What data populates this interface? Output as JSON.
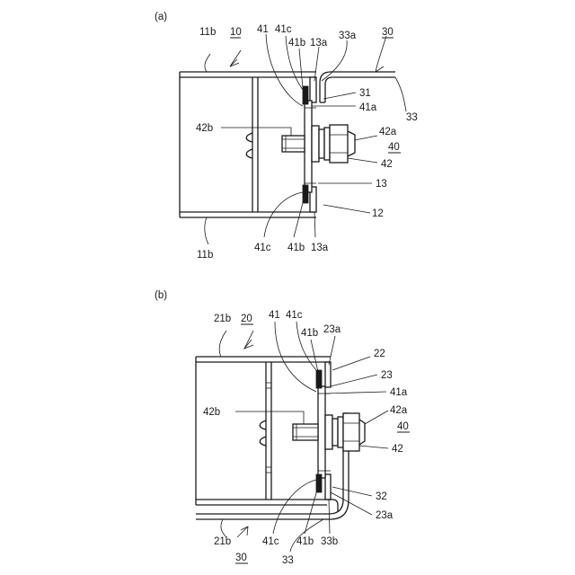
{
  "panel_a": {
    "label": "(a)",
    "refs": {
      "r11b_top": "11b",
      "r10": "10",
      "r41": "41",
      "r41c_top": "41c",
      "r41b_top": "41b",
      "r13a_top": "13a",
      "r33a": "33a",
      "r30": "30",
      "r31": "31",
      "r41a": "41a",
      "r33": "33",
      "r42b": "42b",
      "r42a": "42a",
      "r40": "40",
      "r42": "42",
      "r13": "13",
      "r12": "12",
      "r11b_bot": "11b",
      "r41c_bot": "41c",
      "r41b_bot": "41b",
      "r13a_bot": "13a"
    }
  },
  "panel_b": {
    "label": "(b)",
    "refs": {
      "r21b_top": "21b",
      "r20": "20",
      "r41": "41",
      "r41c_top": "41c",
      "r41b_top": "41b",
      "r23a_top": "23a",
      "r22": "22",
      "r23": "23",
      "r41a": "41a",
      "r42b": "42b",
      "r42a": "42a",
      "r40": "40",
      "r42": "42",
      "r32": "32",
      "r23a_bot": "23a",
      "r21b_bot": "21b",
      "r30": "30",
      "r41c_bot": "41c",
      "r41b_bot": "41b",
      "r33b": "33b",
      "r33": "33"
    }
  }
}
